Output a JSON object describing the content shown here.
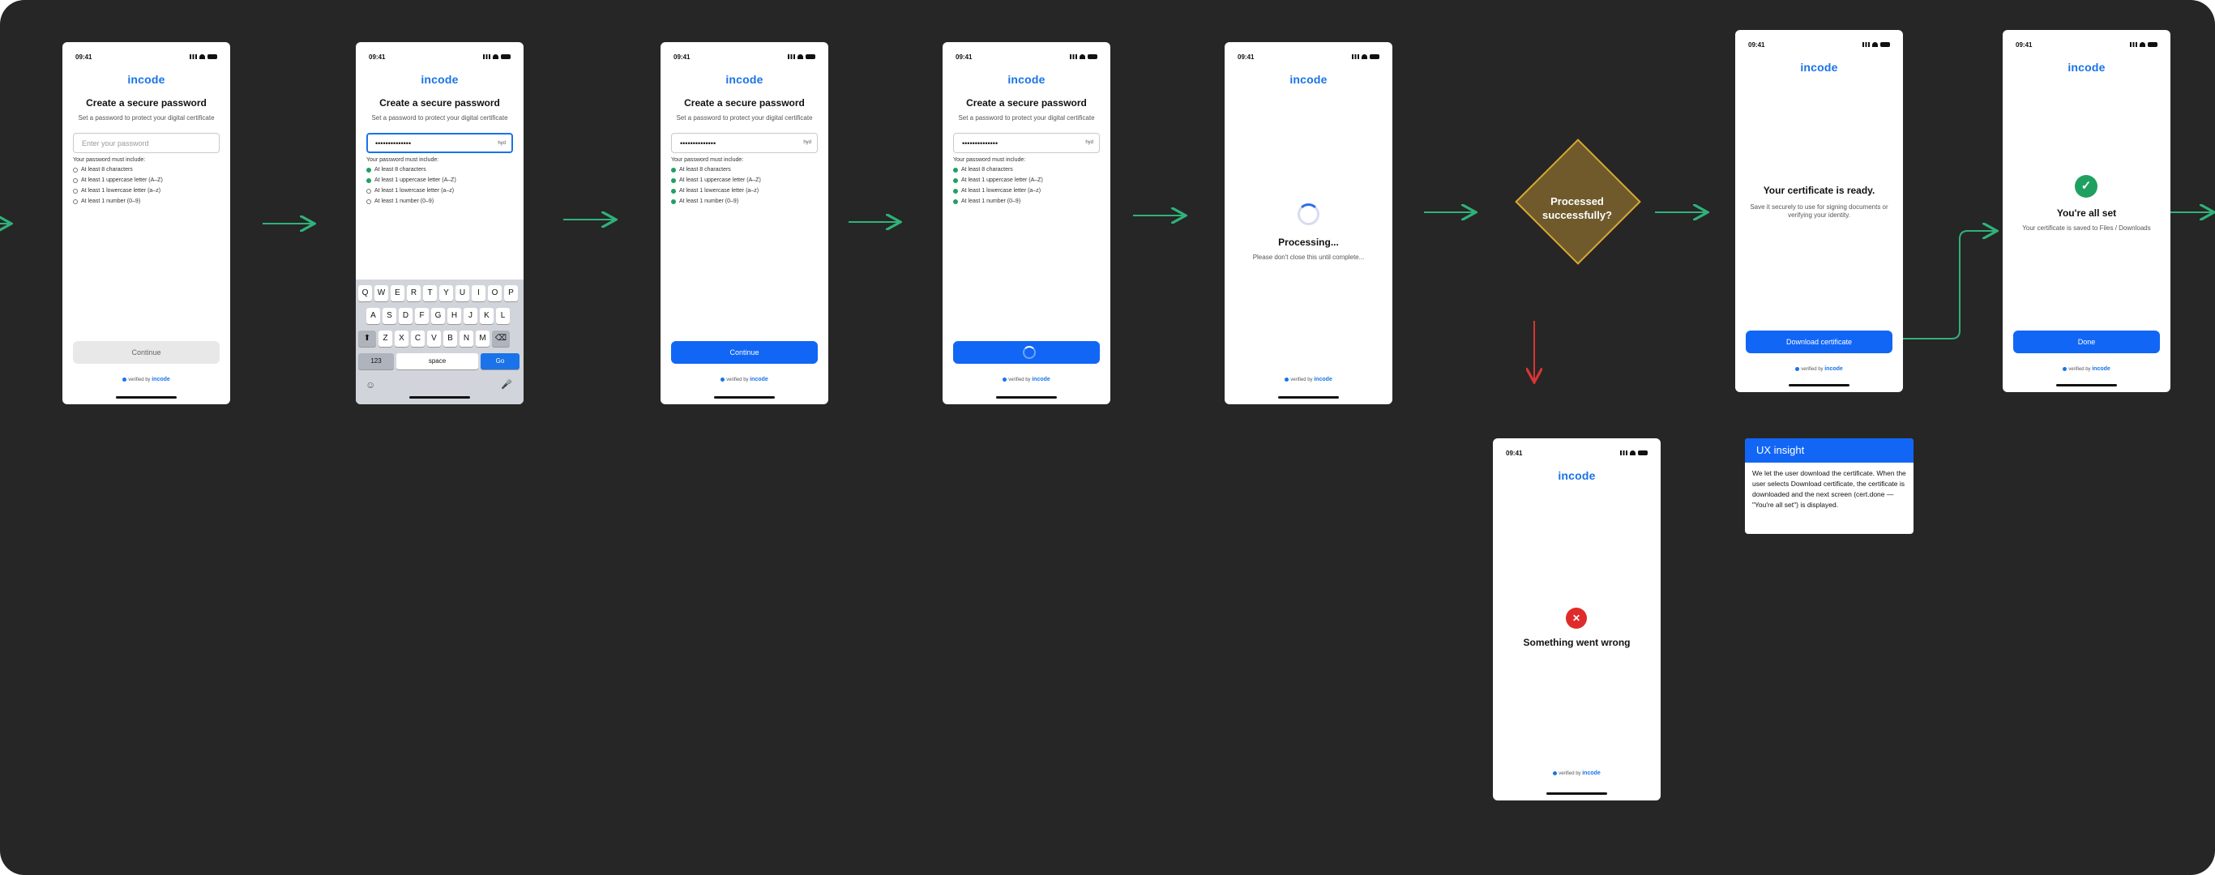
{
  "status_time": "09:41",
  "brand": "incode",
  "verified_prefix": "verified by",
  "verified_brand": "incode",
  "password_screen": {
    "title": "Create a secure password",
    "subtitle": "Set a password to protect your digital certificate",
    "placeholder": "Enter your password",
    "masked_value": "••••••••••••••",
    "eye_label": "hyd",
    "rules_header": "Your password must include:",
    "rules": [
      "At least 8 characters",
      "At least 1 uppercase letter (A–Z)",
      "At least 1 lowercase letter (a–z)",
      "At least 1 number (0–9)"
    ],
    "continue_label": "Continue"
  },
  "keyboard": {
    "row1": [
      "Q",
      "W",
      "E",
      "R",
      "T",
      "Y",
      "U",
      "I",
      "O",
      "P"
    ],
    "row2": [
      "A",
      "S",
      "D",
      "F",
      "G",
      "H",
      "J",
      "K",
      "L"
    ],
    "row3": [
      "Z",
      "X",
      "C",
      "V",
      "B",
      "N",
      "M"
    ],
    "shift": "⬆",
    "backspace": "⌫",
    "numbers": "123",
    "space": "space",
    "go": "Go",
    "emoji": "☺",
    "mic": "🎤"
  },
  "processing_screen": {
    "title": "Processing...",
    "subtitle": "Please don't close this until complete..."
  },
  "decision": {
    "label_line1": "Processed",
    "label_line2": "successfully?"
  },
  "error_screen": {
    "icon": "✕",
    "title": "Something went wrong"
  },
  "ready_screen": {
    "title": "Your certificate is ready.",
    "subtitle_line1": "Save it securely to use for signing documents or",
    "subtitle_line2": "verifying your identity.",
    "button": "Download certificate"
  },
  "done_screen": {
    "icon": "✓",
    "title": "You're all set",
    "subtitle": "Your certificate is saved to Files / Downloads",
    "button": "Done"
  },
  "ux_insight": {
    "title": "UX insight",
    "body": "We let the user download the certificate. When the user selects Download certificate, the certificate is downloaded and the next screen (cert.done — \"You're all set\") is displayed."
  },
  "colors": {
    "background": "#262626",
    "accent_blue": "#1166f5",
    "flow_arrow": "#2fb27a",
    "error_arrow": "#d93434",
    "decision_fill": "#705a2c",
    "decision_border": "#d8a835",
    "success_green": "#20a060"
  }
}
